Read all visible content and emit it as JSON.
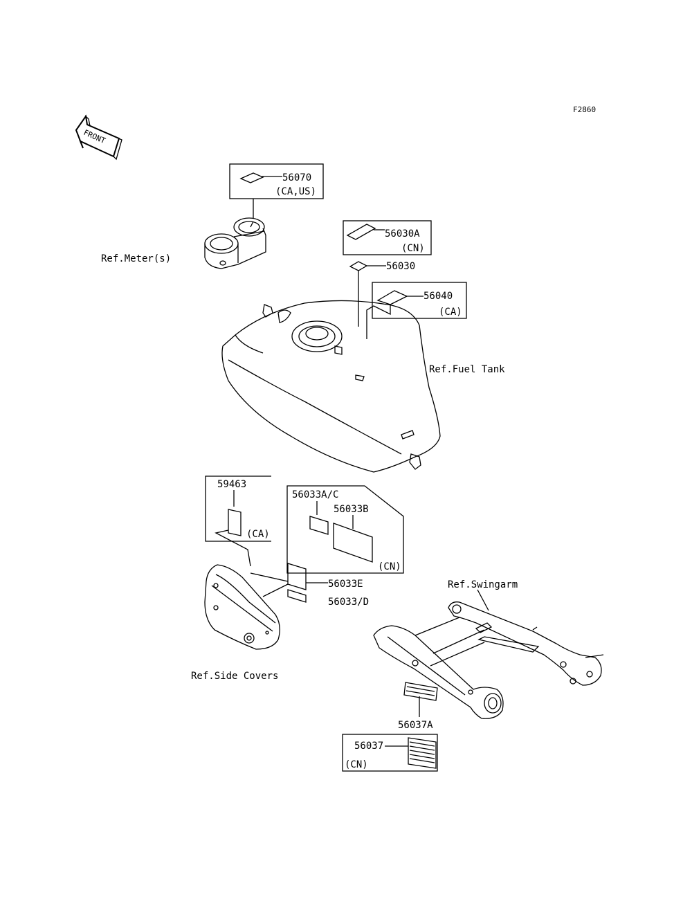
{
  "figure_code": "F2860",
  "front_arrow_label": "FRONT",
  "refs": {
    "meter": "Ref.Meter(s)",
    "fuel_tank": "Ref.Fuel Tank",
    "side_covers": "Ref.Side Covers",
    "swingarm": "Ref.Swingarm"
  },
  "parts": {
    "p56070": "56070",
    "p56070_note": "(CA,US)",
    "p56030A": "56030A",
    "p56030A_note": "(CN)",
    "p56030": "56030",
    "p56040": "56040",
    "p56040_note": "(CA)",
    "p59463": "59463",
    "p59463_note": "(CA)",
    "p56033AC": "56033A/C",
    "p56033B": "56033B",
    "p56033_note": "(CN)",
    "p56033E": "56033E",
    "p56033D": "56033/D",
    "p56037A": "56037A",
    "p56037": "56037",
    "p56037_note": "(CN)"
  }
}
